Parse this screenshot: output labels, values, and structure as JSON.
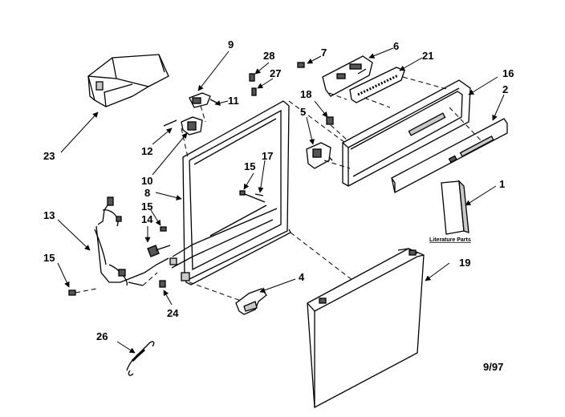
{
  "callouts": {
    "c1": "1",
    "c2": "2",
    "c4": "4",
    "c5": "5",
    "c6": "6",
    "c7": "7",
    "c8": "8",
    "c9": "9",
    "c10": "10",
    "c11": "11",
    "c12": "12",
    "c13": "13",
    "c14": "14",
    "c15a": "15",
    "c15b": "15",
    "c15c": "15",
    "c16": "16",
    "c17": "17",
    "c18": "18",
    "c19": "19",
    "c21": "21",
    "c23": "23",
    "c24": "24",
    "c26": "26",
    "c27": "27",
    "c28": "28"
  },
  "literature_label": "Literature Parts",
  "date_code": "9/97"
}
